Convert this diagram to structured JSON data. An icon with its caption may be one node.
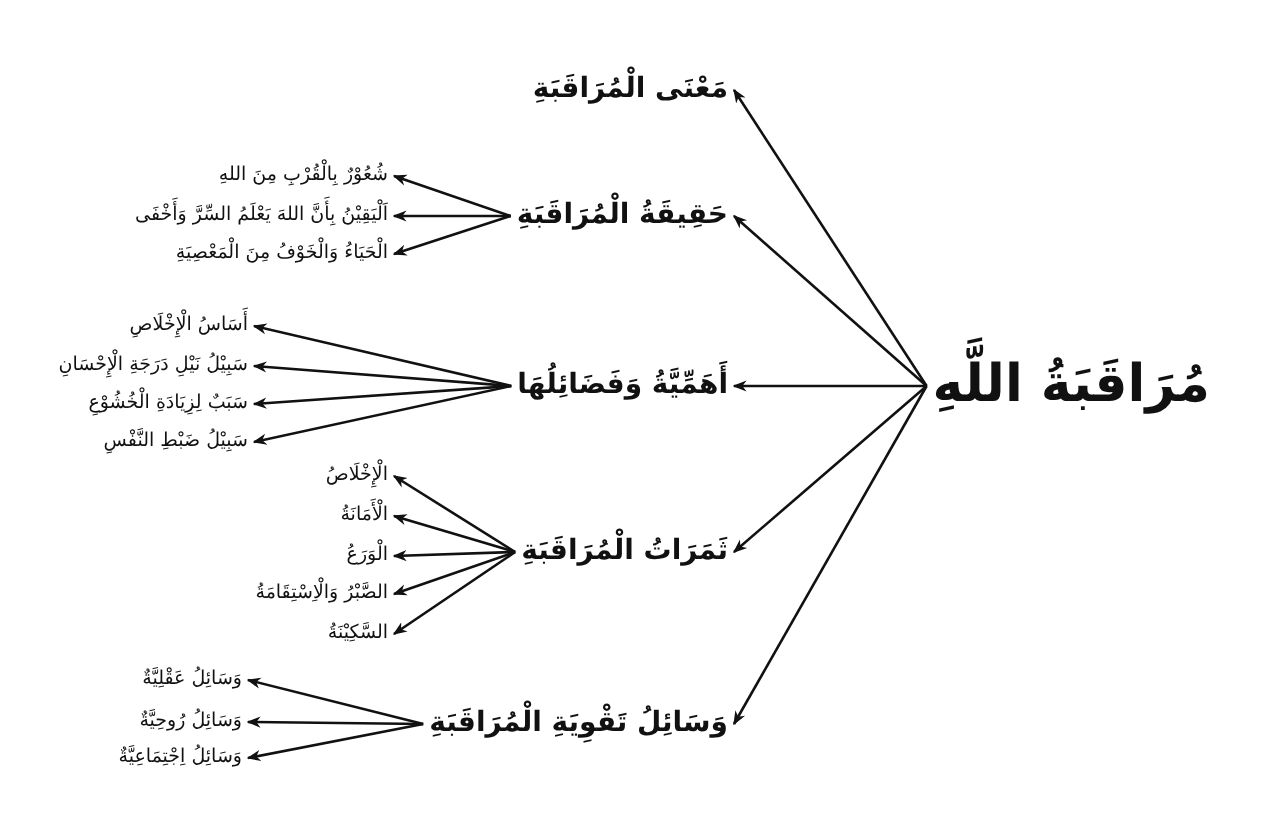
{
  "diagram": {
    "nodes": [
      {
        "text": [
          "مُرَاقَبَةُ اللَّهِ"
        ]
      },
      {
        "text": [
          "مَعْنَى الْمُرَاقَبَةِ"
        ]
      },
      {
        "text": [
          "حَقِيقَةُ الْمُرَاقَبَةِ"
        ]
      },
      {
        "text": [
          "شُعُوْرٌ بِالْقُرْبِ مِنَ اللهِ"
        ]
      },
      {
        "text": [
          "اَلْيَقِيْنُ بِأَنَّ اللهَ يَعْلَمُ السِّرَّ وَأَخْفَى"
        ]
      },
      {
        "text": [
          "الْحَيَاءُ وَالْخَوْفُ مِنَ الْمَعْصِيَةِ"
        ]
      },
      {
        "text": [
          "أَهَمِّيَّةُ وَفَضَائِلُهَا"
        ]
      },
      {
        "text": [
          "أَسَاسُ الْإِخْلَاصِ"
        ]
      },
      {
        "text": [
          "سَبِيْلُ نَيْلِ دَرَجَةِ الْإِحْسَانِ"
        ]
      },
      {
        "text": [
          "سَبَبٌ لِزِيَادَةِ الْخُشُوْعِ"
        ]
      },
      {
        "text": [
          "سَبِيْلُ ضَبْطِ النَّفْسِ"
        ]
      },
      {
        "text": [
          "ثَمَرَاتُ الْمُرَاقَبَةِ"
        ]
      },
      {
        "text": [
          "الْإِخْلَاصُ"
        ]
      },
      {
        "text": [
          "الْأَمَانَةُ"
        ]
      },
      {
        "text": [
          "الْوَرَعُ"
        ]
      },
      {
        "text": [
          "الصَّبْرُ وَالْاِسْتِقَامَةُ"
        ]
      },
      {
        "text": [
          "السَّكِيْنَةُ"
        ]
      },
      {
        "text": [
          "وَسَائِلُ تَقْوِيَةِ الْمُرَاقَبَةِ"
        ]
      },
      {
        "text": [
          "وَسَائِلُ عَقْلِيَّةٌ"
        ]
      },
      {
        "text": [
          "وَسَائِلُ رُوحِيَّةٌ"
        ]
      },
      {
        "text": [
          "وَسَائِلُ اِجْتِمَاعِيَّةٌ"
        ]
      }
    ],
    "edges": [
      {
        "from": 0,
        "to": 1,
        "arrow": "to"
      },
      {
        "from": 0,
        "to": 2,
        "arrow": "to"
      },
      {
        "from": 0,
        "to": 6,
        "arrow": "to"
      },
      {
        "from": 0,
        "to": 11,
        "arrow": "to"
      },
      {
        "from": 0,
        "to": 17,
        "arrow": "to"
      },
      {
        "from": 2,
        "to": 3,
        "arrow": "to"
      },
      {
        "from": 2,
        "to": 4,
        "arrow": "to"
      },
      {
        "from": 2,
        "to": 5,
        "arrow": "to"
      },
      {
        "from": 6,
        "to": 7,
        "arrow": "to"
      },
      {
        "from": 6,
        "to": 8,
        "arrow": "to"
      },
      {
        "from": 6,
        "to": 9,
        "arrow": "to"
      },
      {
        "from": 6,
        "to": 10,
        "arrow": "to"
      },
      {
        "from": 11,
        "to": 12,
        "arrow": "to"
      },
      {
        "from": 11,
        "to": 13,
        "arrow": "to"
      },
      {
        "from": 11,
        "to": 14,
        "arrow": "to"
      },
      {
        "from": 11,
        "to": 15,
        "arrow": "to"
      },
      {
        "from": 11,
        "to": 16,
        "arrow": "to"
      },
      {
        "from": 17,
        "to": 18,
        "arrow": "to"
      },
      {
        "from": 17,
        "to": 19,
        "arrow": "to"
      },
      {
        "from": 17,
        "to": 20,
        "arrow": "to"
      }
    ]
  }
}
